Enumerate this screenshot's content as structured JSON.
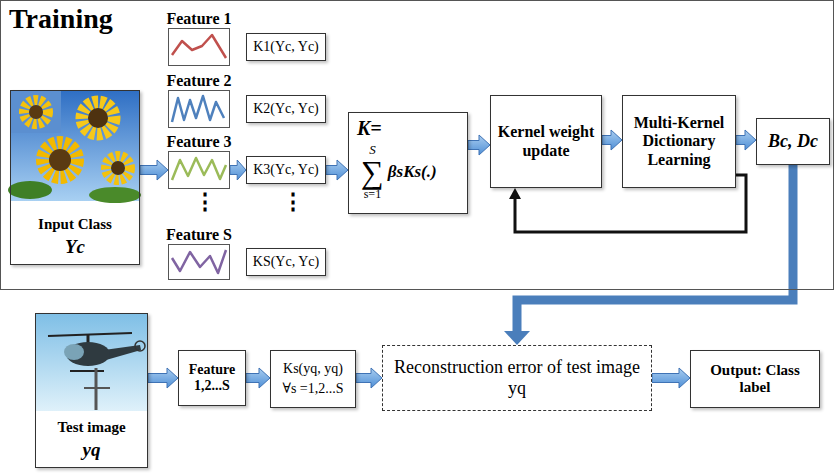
{
  "diagram": {
    "nodes": [
      {
        "text": [
          "Training"
        ]
      },
      {
        "text": [
          "Input Class",
          "Yc"
        ],
        "in": 0
      },
      {
        "text": [
          "Feature 1"
        ],
        "in": 0
      },
      {
        "text": [
          "K1(Yc, Yc)"
        ],
        "in": 0
      },
      {
        "text": [
          "Feature 2"
        ],
        "in": 0
      },
      {
        "text": [
          "K2(Yc, Yc)"
        ],
        "in": 0
      },
      {
        "text": [
          "Feature 3"
        ],
        "in": 0
      },
      {
        "text": [
          "K3(Yc, Yc)"
        ],
        "in": 0
      },
      {
        "text": [
          "Feature S"
        ],
        "in": 0
      },
      {
        "text": [
          "KS(Yc, Yc)"
        ],
        "in": 0
      },
      {
        "text": [
          "K=",
          "S",
          "∑",
          "s=1",
          "βsKs(.)"
        ],
        "in": 0
      },
      {
        "text": [
          "Kernel weight update"
        ],
        "in": 0
      },
      {
        "text": [
          "Multi-Kernel Dictionary Learning"
        ],
        "in": 0
      },
      {
        "text": [
          "Bc, Dc"
        ],
        "in": 0
      },
      {
        "text": [
          "Test image",
          "yq"
        ]
      },
      {
        "text": [
          "Feature 1,2...S"
        ]
      },
      {
        "text": [
          "Ks(yq, yq)",
          "∀s =1,2...S"
        ]
      },
      {
        "text": [
          "Reconstruction error of test image yq"
        ]
      },
      {
        "text": [
          "Output: Class label"
        ]
      }
    ],
    "edges": [
      {
        "from": 1,
        "to": 6,
        "arrow": "to"
      },
      {
        "from": 6,
        "to": 7,
        "arrow": "to"
      },
      {
        "from": 7,
        "to": 10,
        "arrow": "to"
      },
      {
        "from": 10,
        "to": 11,
        "arrow": "to"
      },
      {
        "from": 11,
        "to": 12,
        "arrow": "to"
      },
      {
        "from": 12,
        "to": 13,
        "arrow": "to"
      },
      {
        "from": 12,
        "to": 11,
        "arrow": "to"
      },
      {
        "from": 13,
        "to": 17,
        "arrow": "to"
      },
      {
        "from": 14,
        "to": 15,
        "arrow": "to"
      },
      {
        "from": 15,
        "to": 16,
        "arrow": "to"
      },
      {
        "from": 16,
        "to": 17,
        "arrow": "to"
      },
      {
        "from": 17,
        "to": 18,
        "arrow": "to"
      }
    ],
    "labels": [
      "⋮",
      "⋮"
    ]
  }
}
